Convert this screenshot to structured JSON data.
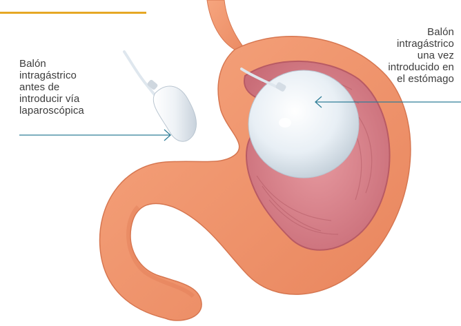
{
  "labels": {
    "before": {
      "lines": [
        "Balón",
        "intragástrico",
        "antes de",
        "introducir vía",
        "laparoscópica"
      ]
    },
    "after": {
      "lines": [
        "Balón",
        "intragástrico",
        "una vez",
        "introducido en",
        "el estómago"
      ]
    }
  },
  "colors": {
    "accent": "#e6a724",
    "pointer": "#2f7d97",
    "stomach": "#f29a72",
    "stomach_inner": "#d9828a",
    "balloon": "#eaf1f6"
  },
  "icons": {
    "left_pointer": "arrow-right-icon",
    "right_pointer": "arrow-left-icon"
  }
}
